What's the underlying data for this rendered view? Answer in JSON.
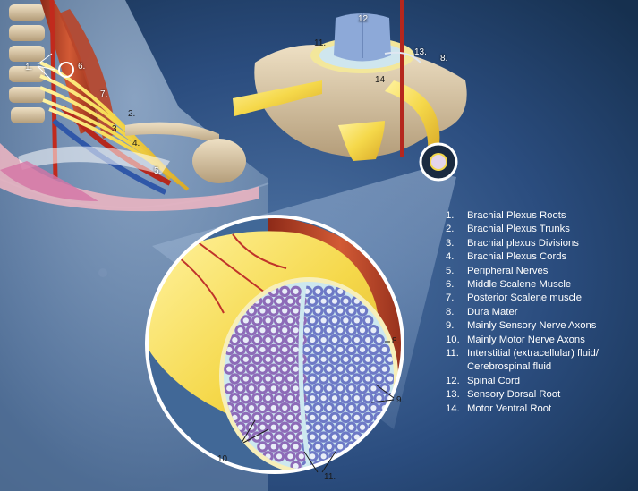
{
  "labels": {
    "n1": "1.",
    "n2": "2.",
    "n3": "3.",
    "n4": "4.",
    "n5": "5.",
    "n6": "6.",
    "n7": "7.",
    "n8_top": "8.",
    "n8_section": "8.",
    "n9": "9.",
    "n10": "10.",
    "n11_top": "11.",
    "n11_section": "11.",
    "n12": "12",
    "n13": "13.",
    "n14": "14"
  },
  "legend": [
    {
      "num": "1.",
      "text": "Brachial Plexus Roots"
    },
    {
      "num": "2.",
      "text": "Brachial Plexus Trunks"
    },
    {
      "num": "3.",
      "text": "Brachial plexus Divisions"
    },
    {
      "num": "4.",
      "text": "Brachial Plexus Cords"
    },
    {
      "num": "5.",
      "text": "Peripheral Nerves"
    },
    {
      "num": "6.",
      "text": "Middle Scalene Muscle"
    },
    {
      "num": "7.",
      "text": "Posterior Scalene muscle"
    },
    {
      "num": "8.",
      "text": "Dura Mater"
    },
    {
      "num": "9.",
      "text": "Mainly Sensory Nerve Axons"
    },
    {
      "num": "10.",
      "text": "Mainly Motor Nerve Axons"
    },
    {
      "num": "11.",
      "text": "Interstitial (extracellular) fluid/"
    },
    {
      "num": "",
      "text": "Cerebrospinal fluid"
    },
    {
      "num": "12.",
      "text": "Spinal Cord"
    },
    {
      "num": "13.",
      "text": "Sensory Dorsal Root"
    },
    {
      "num": "14.",
      "text": "Motor Ventral Root"
    }
  ],
  "colors": {
    "background": "#1d3a63",
    "nerve": "#f5d84a",
    "dura": "#f7efb9",
    "spinal_cord": "#8da9d8",
    "vertebra": "#d8c6a6",
    "muscle": "#c84a2b",
    "vessel": "#b5271d",
    "axon_sensory": "#6d79c6",
    "axon_motor": "#8d6bb8",
    "fluid": "#cde8ef"
  }
}
